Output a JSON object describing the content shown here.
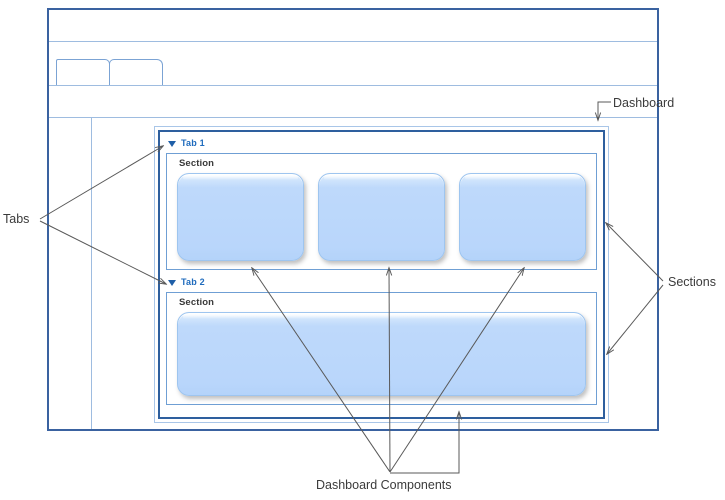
{
  "diagram": {
    "title": "Dashboard anatomy diagram",
    "colors": {
      "window_border": "#3a62a0",
      "dashboard_border_outer": "#a9c6e8",
      "dashboard_border_inner": "#2e5f9e",
      "section_border": "#6f9fd4",
      "component_fill": "#bcd9fb",
      "component_border": "#9ec5ef",
      "tab_label": "#1f6bbd",
      "annotation_text": "#3b3b3b",
      "annotation_line": "#595959"
    }
  },
  "window": {
    "title_bar_label": "",
    "toolbar_label": "",
    "tabs": [
      {
        "label": ""
      },
      {
        "label": ""
      }
    ]
  },
  "dashboard": {
    "tabs": [
      {
        "label": "Tab 1",
        "expander_icon": "triangle-down-icon",
        "sections": [
          {
            "title": "Section",
            "components": [
              {
                "label": ""
              },
              {
                "label": ""
              },
              {
                "label": ""
              }
            ]
          }
        ]
      },
      {
        "label": "Tab 2",
        "expander_icon": "triangle-down-icon",
        "sections": [
          {
            "title": "Section",
            "components": [
              {
                "label": ""
              }
            ]
          }
        ]
      }
    ]
  },
  "annotations": [
    {
      "id": "tabs",
      "label": "Tabs",
      "points_to": "dashboard tab headers",
      "arrow_count": 2
    },
    {
      "id": "sections",
      "label": "Sections",
      "points_to": "section boxes",
      "arrow_count": 2
    },
    {
      "id": "dashboard",
      "label": "Dashboard",
      "points_to": "dashboard outer frame",
      "arrow_count": 1
    },
    {
      "id": "dashboard-components",
      "label": "Dashboard Components",
      "points_to": "component boxes",
      "arrow_count": 4
    }
  ]
}
